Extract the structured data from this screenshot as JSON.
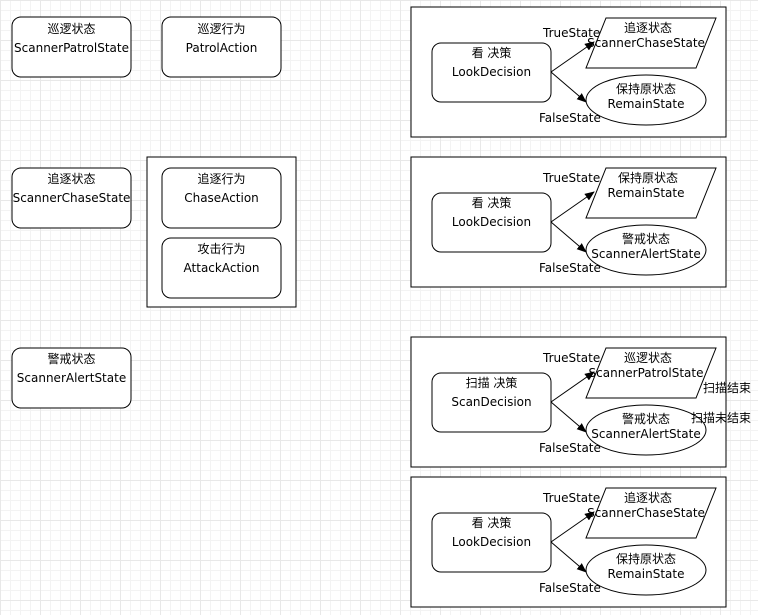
{
  "states": {
    "patrol": {
      "title": "巡逻状态",
      "name": "ScannerPatrolState"
    },
    "chase": {
      "title": "追逐状态",
      "name": "ScannerChaseState"
    },
    "alert": {
      "title": "警戒状态",
      "name": "ScannerAlertState"
    }
  },
  "actions": {
    "patrol": {
      "title": "巡逻行为",
      "name": "PatrolAction"
    },
    "chase": {
      "title": "追逐行为",
      "name": "ChaseAction"
    },
    "attack": {
      "title": "攻击行为",
      "name": "AttackAction"
    }
  },
  "transitions": [
    {
      "decision_title": "看 决策",
      "decision_name": "LookDecision",
      "true_label": "TrueState",
      "false_label": "FalseState",
      "true_title": "追逐状态",
      "true_name": "ScannerChaseState",
      "false_title": "保持原状态",
      "false_name": "RemainState"
    },
    {
      "decision_title": "看 决策",
      "decision_name": "LookDecision",
      "true_label": "TrueState",
      "false_label": "FalseState",
      "true_title": "保持原状态",
      "true_name": "RemainState",
      "false_title": "警戒状态",
      "false_name": "ScannerAlertState"
    },
    {
      "decision_title": "扫描 决策",
      "decision_name": "ScanDecision",
      "true_label": "TrueState",
      "false_label": "FalseState",
      "true_title": "巡逻状态",
      "true_name": "ScannerPatrolState",
      "false_title": "警戒状态",
      "false_name": "ScannerAlertState",
      "true_note": "扫描结束",
      "false_note": "扫描未结束"
    },
    {
      "decision_title": "看 决策",
      "decision_name": "LookDecision",
      "true_label": "TrueState",
      "false_label": "FalseState",
      "true_title": "追逐状态",
      "true_name": "ScannerChaseState",
      "false_title": "保持原状态",
      "false_name": "RemainState"
    }
  ]
}
